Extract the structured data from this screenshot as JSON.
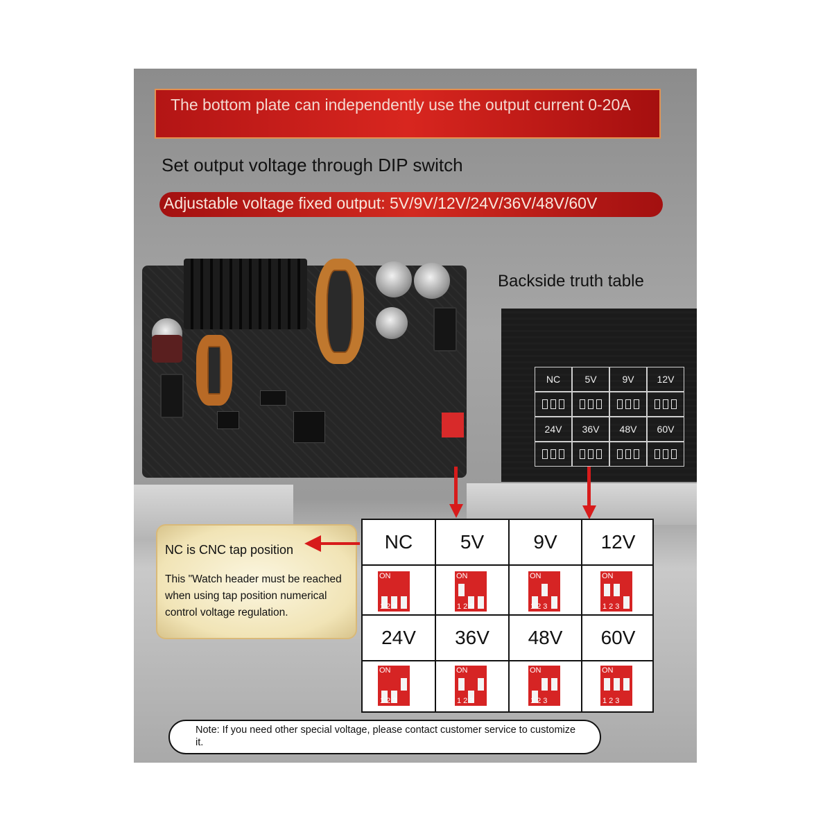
{
  "banner_top": {
    "text": "The bottom plate can independently use the output current 0-20A"
  },
  "subtitle": "Set output voltage through DIP switch",
  "banner_mid": {
    "text": "Adjustable voltage fixed output: 5V/9V/12V/24V/36V/48V/60V"
  },
  "truth_table_caption": "Backside truth table",
  "back_labels": [
    "NC",
    "5V",
    "9V",
    "12V",
    "24V",
    "36V",
    "48V",
    "60V"
  ],
  "note_box": {
    "title": "NC is CNC tap position",
    "body": "This \"Watch header must be reached when using tap position numerical control voltage regulation."
  },
  "dip_table": {
    "on_label": "ON",
    "pin_numbers": "123",
    "rows": [
      {
        "labels": [
          "NC",
          "5V",
          "9V",
          "12V"
        ]
      },
      {
        "labels": [
          "24V",
          "36V",
          "48V",
          "60V"
        ]
      }
    ]
  },
  "note_bottom": "Note: If you need other special voltage, please contact customer service to customize it.",
  "colors": {
    "accent_red": "#d71b1b",
    "banner_red": "#c41f1a",
    "panel_gray": "#a0a0a0",
    "note_cream": "#f1e4b6"
  }
}
